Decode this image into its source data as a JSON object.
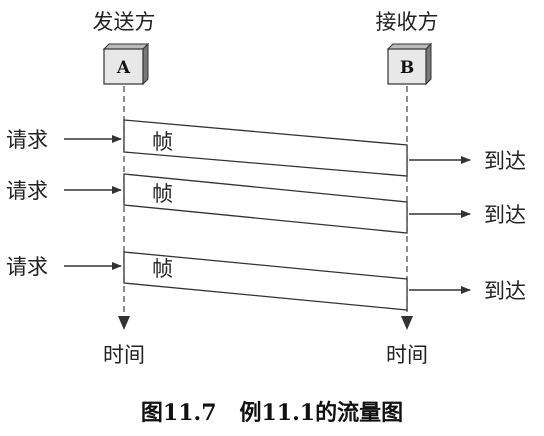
{
  "sender_title": "发送方",
  "receiver_title": "接收方",
  "sender_box": "A",
  "receiver_box": "B",
  "requests": [
    "请求",
    "请求",
    "请求"
  ],
  "frames": [
    "帧",
    "帧",
    "帧"
  ],
  "arrivals": [
    "到达",
    "到达",
    "到达"
  ],
  "time_left": "时间",
  "time_right": "时间",
  "caption": "图11.7   例11.1的流量图"
}
